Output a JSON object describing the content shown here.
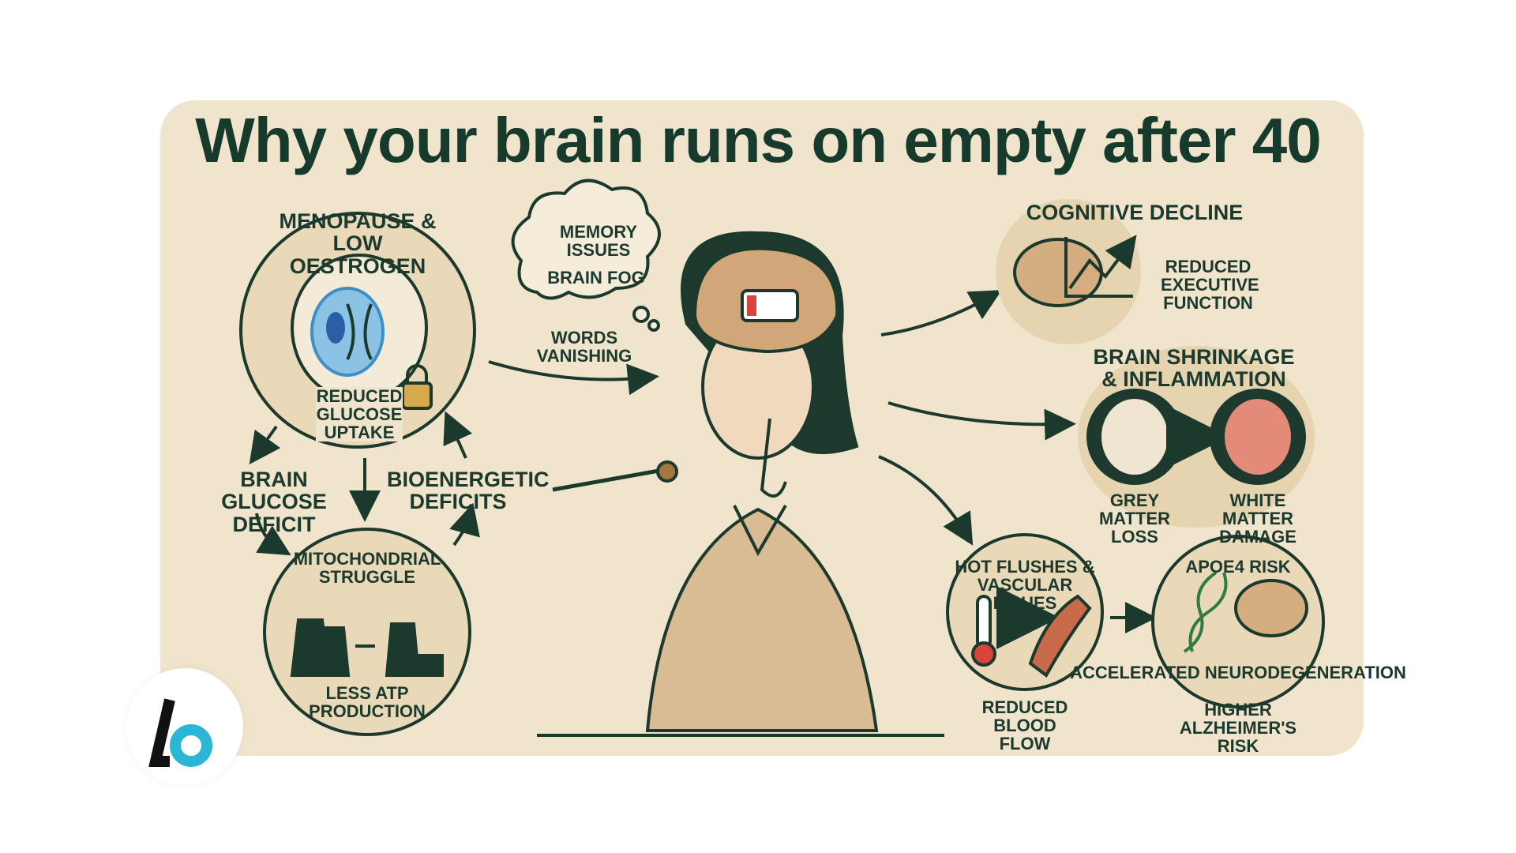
{
  "title": "Why your brain runs on empty after 40",
  "colors": {
    "card": "#f0e4cc",
    "ink": "#1b3a2d",
    "accent_blue": "#3d8fc7",
    "accent_red": "#d9433a",
    "logo_teal": "#2bb6d6"
  },
  "left": {
    "oestrogen": {
      "heading": "MENOPAUSE & LOW OESTROGEN",
      "caption": "REDUCED GLUCOSE UPTAKE",
      "icon": "brain-scan-lock-icon"
    },
    "glucose_deficit": "BRAIN GLUCOSE DEFICIT",
    "bioenergetic": "BIOENERGETIC DEFICITS",
    "mitochondria": {
      "heading": "MITOCHONDRIAL STRUGGLE",
      "caption": "LESS ATP PRODUCTION",
      "icon": "power-plant-icon"
    }
  },
  "center": {
    "thought": {
      "line1": "MEMORY ISSUES",
      "line2": "BRAIN FOG"
    },
    "words": "WORDS VANISHING",
    "figure_icon": "woman-low-battery-brain",
    "battery_level": 0.15
  },
  "right": {
    "cognitive": {
      "heading": "COGNITIVE DECLINE",
      "caption": "REDUCED EXECUTIVE FUNCTION"
    },
    "shrinkage": {
      "heading": "BRAIN SHRINKAGE & INFLAMMATION",
      "grey": "GREY MATTER LOSS",
      "white": "WHITE MATTER DAMAGE"
    },
    "flushes": {
      "heading": "HOT FLUSHES & VASCULAR ISSUES",
      "caption": "REDUCED BLOOD FLOW"
    },
    "apoe4": {
      "heading": "APOE4 RISK",
      "caption1": "ACCELERATED NEURODEGENERATION",
      "caption2": "HIGHER ALZHEIMER'S RISK"
    }
  },
  "logo": "b"
}
